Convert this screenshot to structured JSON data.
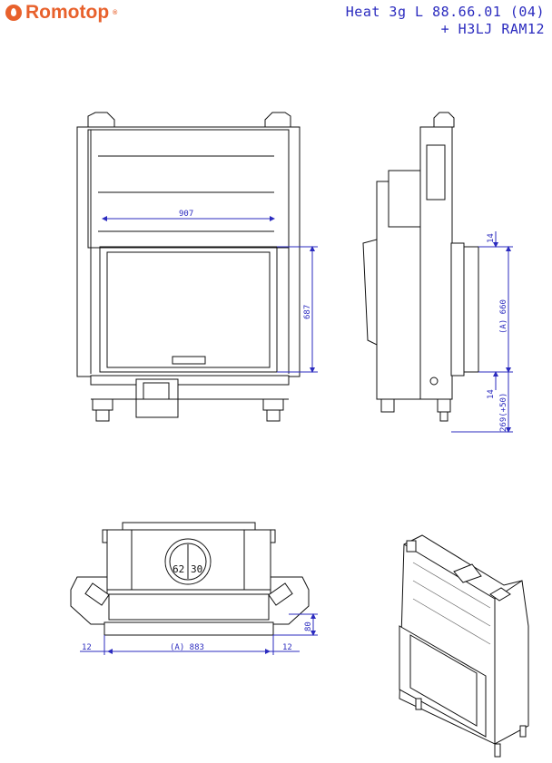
{
  "brand": {
    "name": "Romotop",
    "registered": "®",
    "color": "#e8612c"
  },
  "title": {
    "line1": "Heat 3g L 88.66.01 (04)",
    "line2": "+ H3LJ RAM12"
  },
  "dimensions": {
    "front_width": "907",
    "front_height": "687",
    "side_top_offset": "14",
    "side_height": "(A) 660",
    "side_bottom_offset": "14",
    "side_base": "269(+50)",
    "top_left": "12",
    "top_width": "(A) 883",
    "top_right": "12",
    "top_depth": "80",
    "flue_left": "62",
    "flue_right": "30"
  },
  "colors": {
    "dimension": "#2b2bbf",
    "line": "#111111"
  }
}
